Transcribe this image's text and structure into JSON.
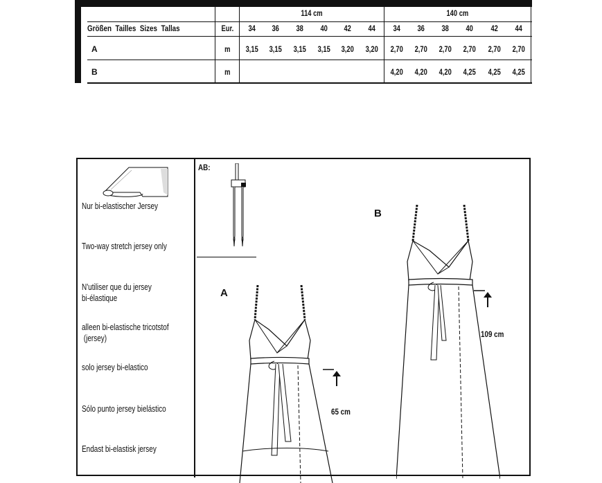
{
  "size_table": {
    "fabric_widths": [
      "114 cm",
      "140 cm"
    ],
    "size_label": "Größen  Tailles  Sizes  Tallas",
    "eur_label": "Eur.",
    "sizes": [
      "34",
      "36",
      "38",
      "40",
      "42",
      "44"
    ],
    "rows": [
      {
        "label": "A",
        "unit": "m",
        "w114": [
          "3,15",
          "3,15",
          "3,15",
          "3,15",
          "3,20",
          "3,20"
        ],
        "w140": [
          "2,70",
          "2,70",
          "2,70",
          "2,70",
          "2,70",
          "2,70"
        ]
      },
      {
        "label": "B",
        "unit": "m",
        "w114": [
          "",
          "",
          "",
          "",
          "",
          ""
        ],
        "w140": [
          "4,20",
          "4,20",
          "4,20",
          "4,25",
          "4,25",
          "4,25"
        ]
      }
    ]
  },
  "fabric_notes": [
    "Nur bi-elastischer Jersey",
    "Two-way stretch jersey only",
    "N'utiliser que du jersey",
    "bi-élastique",
    "alleen bi-elastische tricotstof",
    " (jersey)",
    "solo jersey bi-elastico",
    "Sólo punto jersey bielástico",
    "Endast bi-elastisk jersey"
  ],
  "needle_label": "AB:",
  "views": {
    "a_label": "A",
    "b_label": "B",
    "a_length": "65 cm",
    "b_length": "109 cm"
  }
}
